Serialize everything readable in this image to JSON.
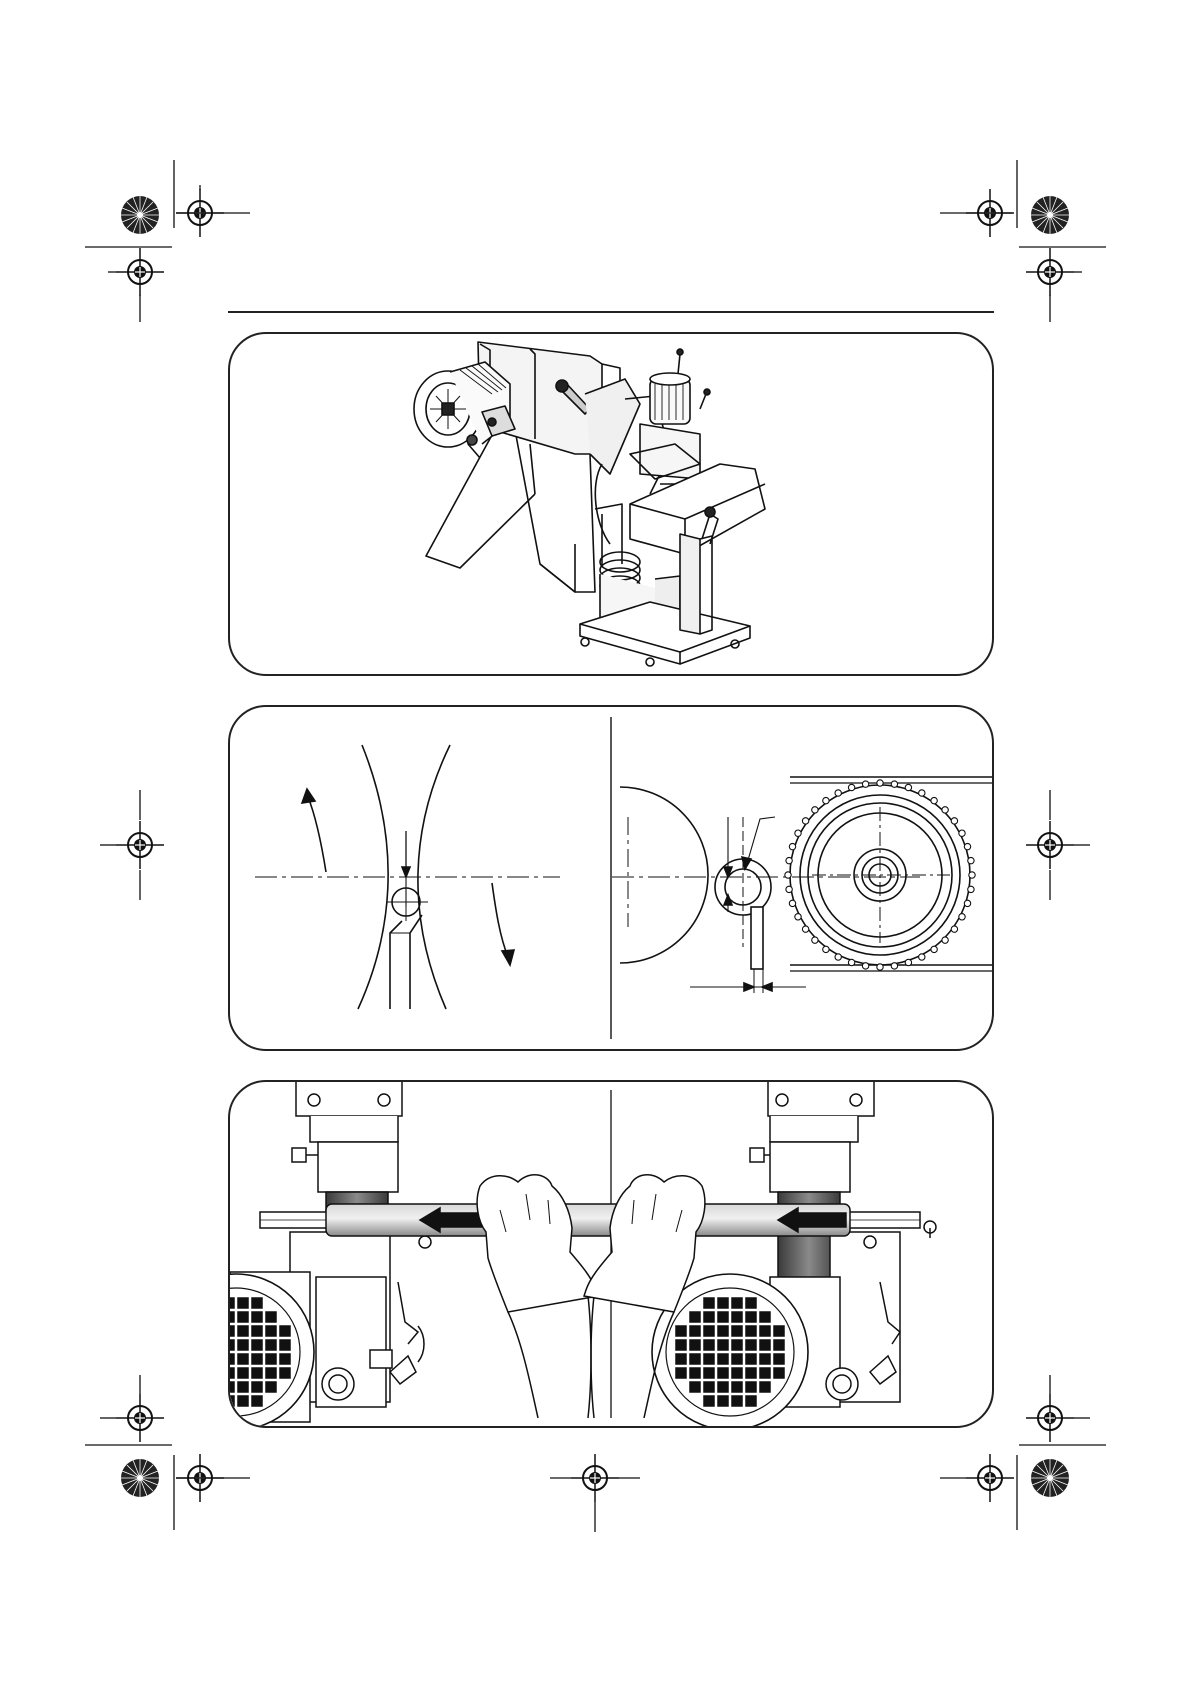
{
  "page": {
    "title": "",
    "figures": [
      {
        "id": "fig-machine-overview",
        "label": ""
      },
      {
        "id": "fig-grinding-geometry",
        "label": ""
      },
      {
        "id": "fig-hand-feeding",
        "label": ""
      }
    ]
  },
  "colors": {
    "ink": "#1a1a1a",
    "rule": "#222222",
    "pipe_fill": "#9a9a9a",
    "belt_fill": "#6a6a6a"
  },
  "icons": {
    "registration_mark": "registration-crosshair",
    "color_target": "radial-color-target",
    "feed_arrow": "arrow-left"
  }
}
